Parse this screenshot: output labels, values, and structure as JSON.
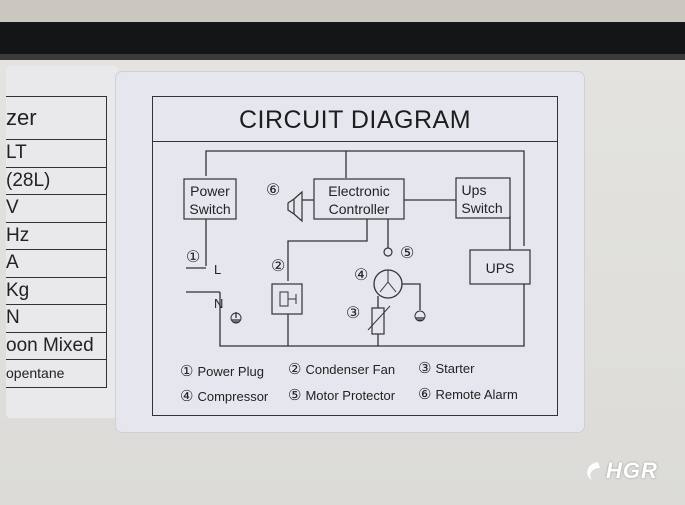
{
  "spec_rows": [
    "zer",
    "LT",
    "(28L)",
    "V",
    "Hz",
    "A",
    "Kg",
    "N",
    "oon Mixed",
    "opentane"
  ],
  "diagram": {
    "title": "CIRCUIT DIAGRAM",
    "power_switch": [
      "Power",
      "Switch"
    ],
    "electronic_controller": [
      "Electronic",
      "Controller"
    ],
    "ups_switch": [
      "Ups",
      "Switch"
    ],
    "ups": "UPS",
    "terminal_l": "L",
    "terminal_n": "N",
    "marker_1": "①",
    "marker_2": "②",
    "marker_3": "③",
    "marker_4": "④",
    "marker_5": "⑤",
    "marker_6": "⑥"
  },
  "legend": [
    {
      "num": "①",
      "label": "Power Plug"
    },
    {
      "num": "②",
      "label": "Condenser Fan"
    },
    {
      "num": "③",
      "label": "Starter"
    },
    {
      "num": "④",
      "label": "Compressor"
    },
    {
      "num": "⑤",
      "label": "Motor Protector"
    },
    {
      "num": "⑥",
      "label": "Remote Alarm"
    }
  ],
  "watermark": "HGR"
}
